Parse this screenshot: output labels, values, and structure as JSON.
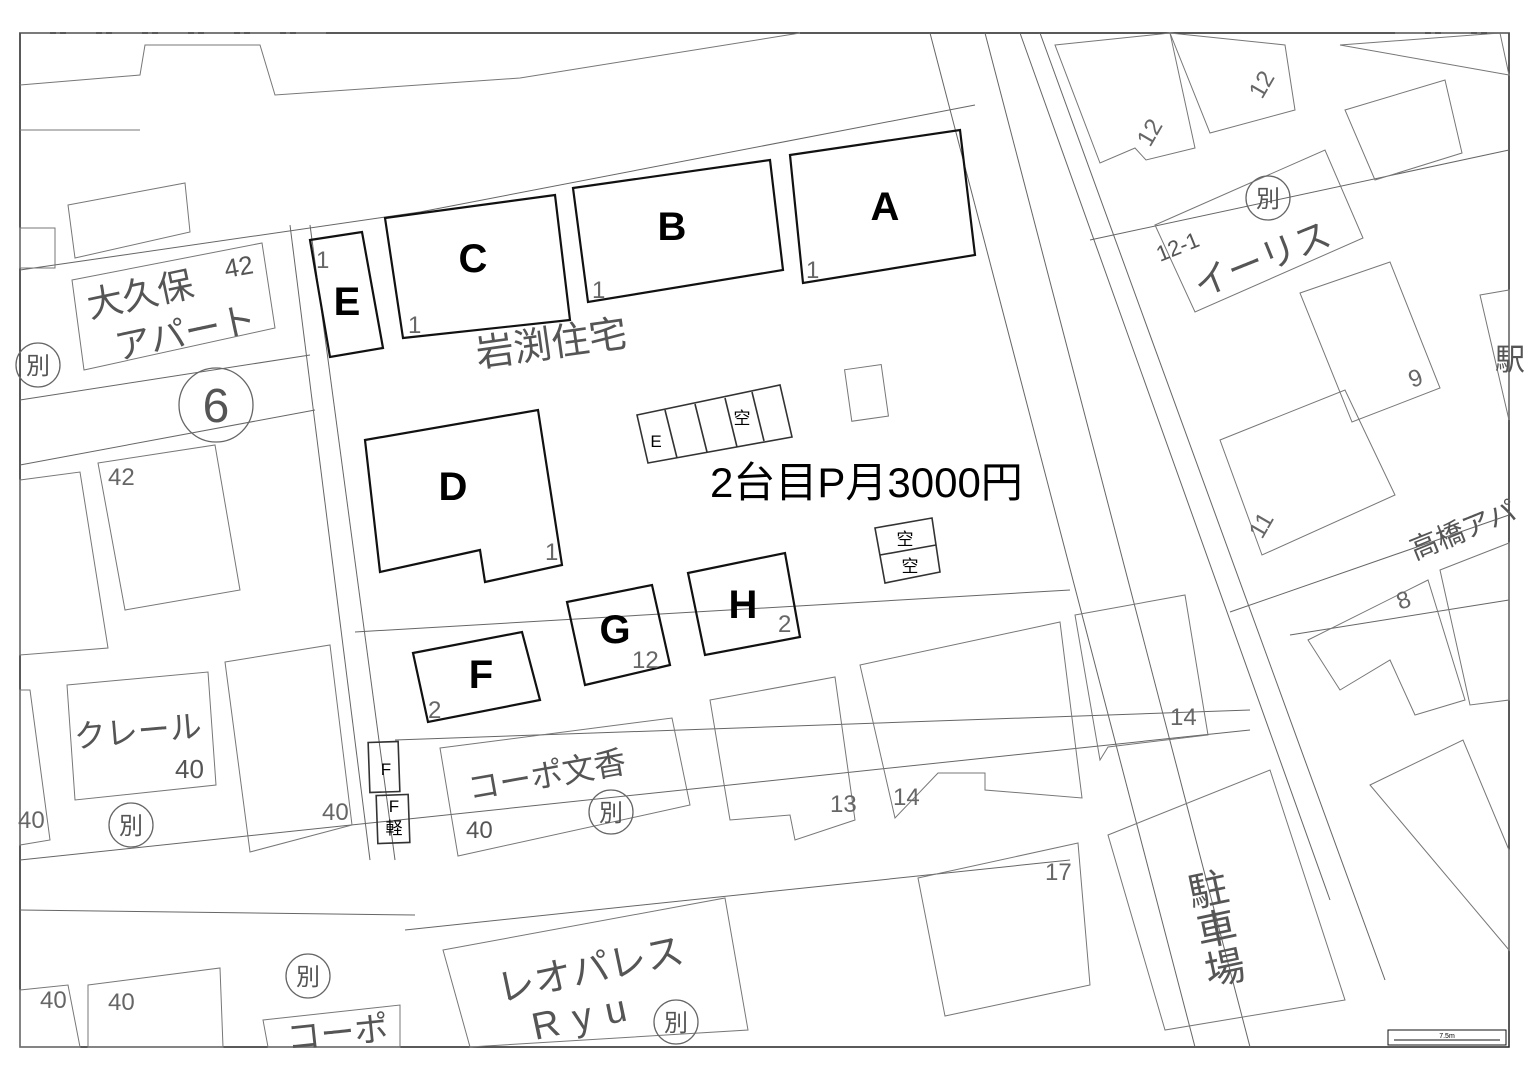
{
  "buildings": {
    "A": "A",
    "B": "B",
    "C": "C",
    "D": "D",
    "E": "E",
    "F": "F",
    "G": "G",
    "H": "H"
  },
  "building_numbers": {
    "a": "1",
    "b": "1",
    "c": "1",
    "e": "1",
    "d": "1",
    "f": "2",
    "g": "12",
    "h": "2"
  },
  "parking": {
    "note": "2台目P月3000円",
    "e_slot": "E",
    "vacant_slot": "空",
    "vacant_1": "空",
    "vacant_2": "空",
    "f_slot": "F",
    "f_kei_1": "F",
    "f_kei_2": "軽"
  },
  "labels": {
    "iwabuchi": "岩渕住宅",
    "okubo_1": "大久保",
    "okubo_2": "アパート",
    "okubo_num": "42",
    "circle_6": "6",
    "bekki": "別",
    "irisu": "イーリス",
    "irisu_num": "12-1",
    "takahashi": "高橋アパ",
    "clair": "クレール",
    "clair_num": "40",
    "copo_bunka": "コーポ文香",
    "copo_num": "40",
    "leo_1": "レオパレス",
    "leo_2": "Ryu",
    "copo2": "コーポ",
    "parking_lot": "駐車場",
    "cut_char": "駅"
  },
  "lot_numbers": {
    "n12a": "12",
    "n12b": "12",
    "n9": "9",
    "n11": "11",
    "n8": "8",
    "n42": "42",
    "n40a": "40",
    "n40b": "40",
    "n40c": "40",
    "n40d": "40",
    "n13": "13",
    "n14a": "14",
    "n14b": "14",
    "n17": "17"
  },
  "scale": "7.5m"
}
